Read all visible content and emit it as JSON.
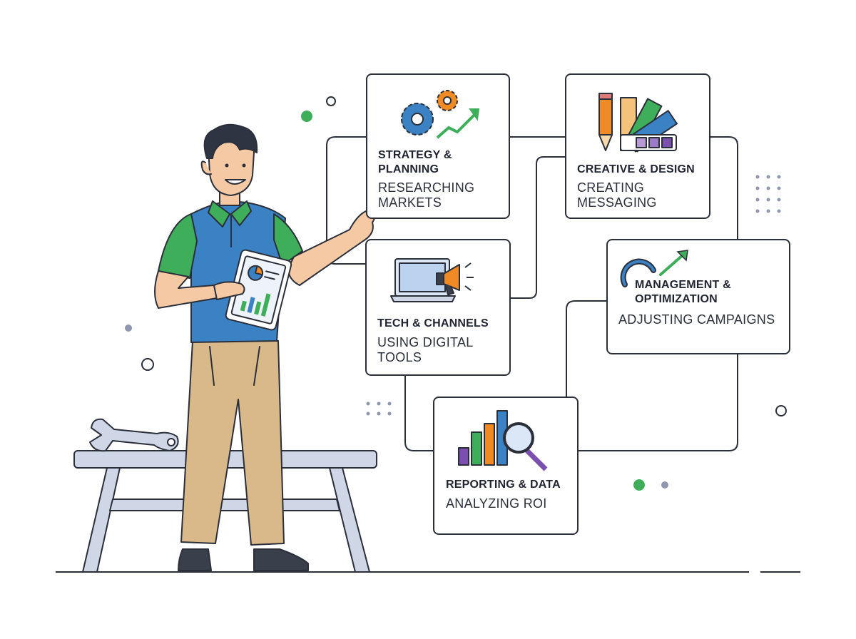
{
  "cards": [
    {
      "id": "strategy",
      "title": "STRATEGY &\nPLANNING",
      "subtitle": "RESEARCHING\nMARKETS",
      "icon": "gears-growth-icon"
    },
    {
      "id": "creative",
      "title": "CREATIVE & DESIGN",
      "subtitle": "CREATING\nMESSAGING",
      "icon": "pencil-swatch-icon"
    },
    {
      "id": "tech",
      "title": "TECH & CHANNELS",
      "subtitle": "USING DIGITAL\nTOOLS",
      "icon": "laptop-megaphone-icon"
    },
    {
      "id": "management",
      "title": "MANAGEMENT &\nOPTIMIZATION",
      "subtitle": "ADJUSTING CAMPAIGNS",
      "icon": "cycle-arrow-icon"
    },
    {
      "id": "reporting",
      "title": "REPORTING & DATA",
      "subtitle": "ANALYZING ROI",
      "icon": "bar-chart-magnifier-icon"
    }
  ],
  "colors": {
    "outline": "#2b2f3a",
    "blue": "#3b82c4",
    "green": "#3fae5a",
    "orange": "#f08a24",
    "purple": "#7b4fb0",
    "khaki": "#d9b98a",
    "bench": "#cfd6e6"
  }
}
